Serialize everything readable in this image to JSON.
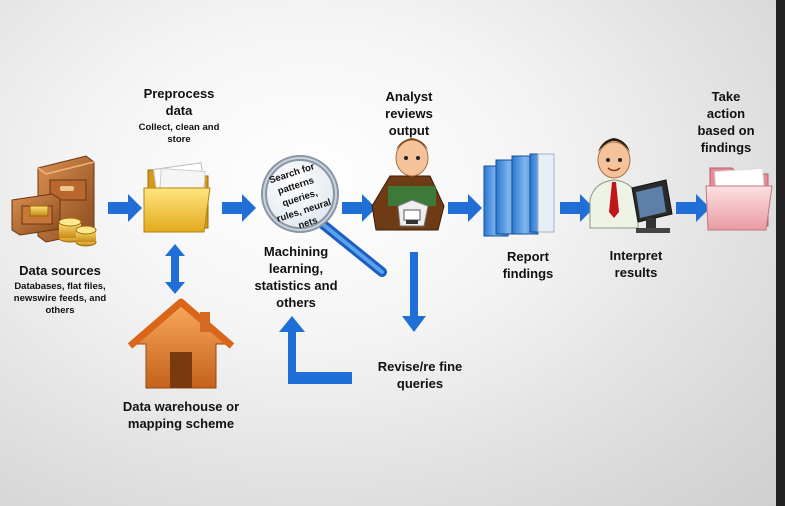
{
  "steps": {
    "data_sources": {
      "title": "Data sources",
      "detail": "Databases, flat files, newswire feeds, and others"
    },
    "preprocess": {
      "title": "Preprocess data",
      "detail": "Collect, clean and store"
    },
    "mining": {
      "lens_text": "Search for patterns queries, rules, neural nets",
      "caption": "Machining learning, statistics and others"
    },
    "analyst": {
      "title": "Analyst reviews output"
    },
    "report": {
      "title": "Report findings"
    },
    "interpret": {
      "title": "Interpret results"
    },
    "action": {
      "title": "Take action based on findings"
    },
    "warehouse": {
      "title": "Data warehouse or mapping scheme"
    },
    "revise": {
      "title": "Revise/re fine queries"
    }
  },
  "colors": {
    "arrow": "#1f6fd6",
    "folder_yellow": "#f2c94c",
    "folder_pink": "#f4b3b8",
    "house": "#e8842c"
  },
  "icons": [
    "cabinet-icon",
    "coins-icon",
    "folder-icon",
    "house-icon",
    "magnifier-icon",
    "analyst-icon",
    "books-icon",
    "computer-user-icon",
    "pink-folder-icon"
  ]
}
